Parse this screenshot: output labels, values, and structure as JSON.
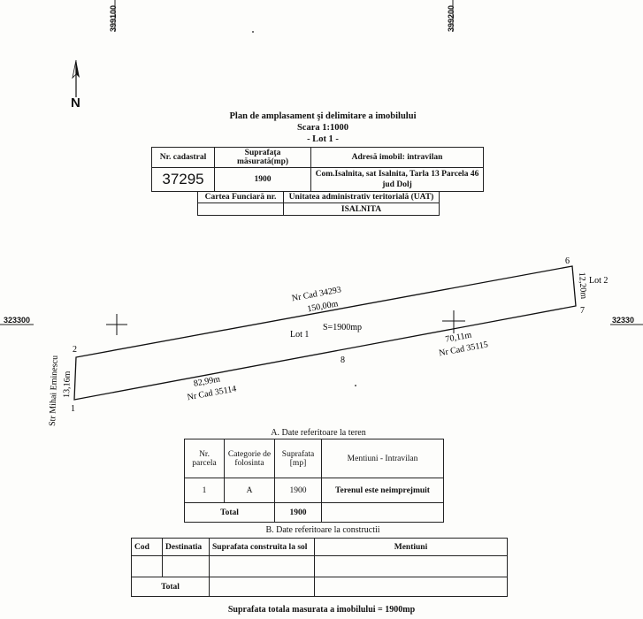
{
  "grid": {
    "x_left": "399100",
    "x_right": "399200",
    "y_left": "323300",
    "y_right": "32330"
  },
  "north": "N",
  "title": {
    "line1": "Plan de amplasament şi delimitare a imobilului",
    "line2": "Scara 1:1000",
    "line3": "- Lot 1 -"
  },
  "info_table": {
    "h_cadastral": "Nr. cadastral",
    "h_suprafata": "Suprafaţa măsurată(mp)",
    "h_adresa": "Adresă imobil: intravilan",
    "cadastral": "37295",
    "suprafata": "1900",
    "adresa_line1": "Com.Isalnita, sat Isalnita, Tarla 13 Parcela 46",
    "adresa_line2": "jud Dolj",
    "h_carte": "Cartea Funciară nr.",
    "h_uat": "Unitatea administrativ teritorială (UAT)",
    "carte": "",
    "uat": "ISALNITA"
  },
  "plan": {
    "pt1": "1",
    "pt2": "2",
    "pt6": "6",
    "pt7": "7",
    "pt8": "8",
    "north_side_cad": "Nr Cad 34293",
    "north_side_len": "150,00m",
    "lot_label": "Lot 1",
    "area_label": "S=1900mp",
    "east_len": "12,20m",
    "lot2": "Lot 2",
    "south_e_len": "70,11m",
    "south_e_cad": "Nr Cad 35115",
    "south_w_len": "82,99m",
    "south_w_cad": "Nr Cad 35114",
    "west_len": "13,16m",
    "street": "Str Mihai Eminescu"
  },
  "section_a": {
    "heading": "A.  Date referitoare la teren",
    "h_nr": "Nr. parcela",
    "h_cat": "Categorie de folosinta",
    "h_supr": "Suprafata [mp]",
    "h_ment": "Mentiuni - Intravilan",
    "rows": [
      {
        "nr": "1",
        "cat": "A",
        "supr": "1900",
        "ment": "Terenul este neimprejmuit"
      }
    ],
    "total_label": "Total",
    "total_value": "1900"
  },
  "section_b": {
    "heading": "B.  Date referitoare la constructii",
    "h_cod": "Cod",
    "h_dest": "Destinatia",
    "h_supr": "Suprafata construita la sol",
    "h_ment": "Mentiuni",
    "total_label": "Total"
  },
  "footer": "Suprafata totala masurata a imobilului = 1900mp"
}
